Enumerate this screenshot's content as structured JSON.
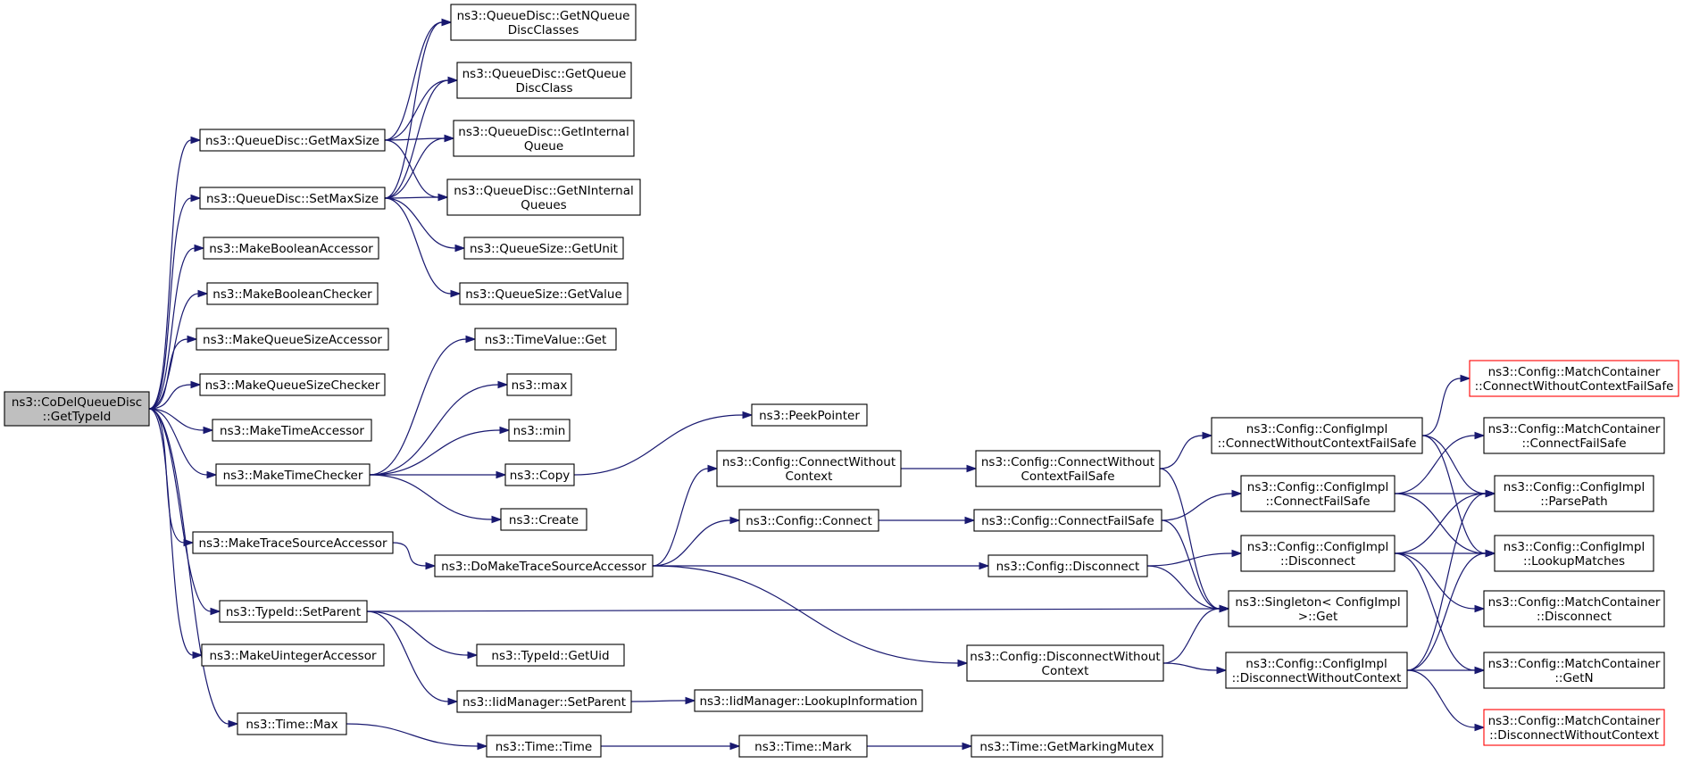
{
  "colors": {
    "edge": "#191970",
    "root_fill": "#bfbfbf",
    "truncated_border": "#ff0000"
  },
  "nodes": [
    {
      "id": "root",
      "lines": [
        "ns3::CoDelQueueDisc",
        "::GetTypeId"
      ],
      "style": "root"
    },
    {
      "id": "getMaxSize",
      "lines": [
        "ns3::QueueDisc::GetMaxSize"
      ]
    },
    {
      "id": "setMaxSize",
      "lines": [
        "ns3::QueueDisc::SetMaxSize"
      ]
    },
    {
      "id": "makeBoolAcc",
      "lines": [
        "ns3::MakeBooleanAccessor"
      ]
    },
    {
      "id": "makeBoolChk",
      "lines": [
        "ns3::MakeBooleanChecker"
      ]
    },
    {
      "id": "makeQSAcc",
      "lines": [
        "ns3::MakeQueueSizeAccessor"
      ]
    },
    {
      "id": "makeQSChk",
      "lines": [
        "ns3::MakeQueueSizeChecker"
      ]
    },
    {
      "id": "makeTimeAcc",
      "lines": [
        "ns3::MakeTimeAccessor"
      ]
    },
    {
      "id": "makeTimeChk",
      "lines": [
        "ns3::MakeTimeChecker"
      ]
    },
    {
      "id": "makeTSAcc",
      "lines": [
        "ns3::MakeTraceSourceAccessor"
      ]
    },
    {
      "id": "setParent",
      "lines": [
        "ns3::TypeId::SetParent"
      ]
    },
    {
      "id": "makeUintAcc",
      "lines": [
        "ns3::MakeUintegerAccessor"
      ]
    },
    {
      "id": "timeMax",
      "lines": [
        "ns3::Time::Max"
      ]
    },
    {
      "id": "getNQDC",
      "lines": [
        "ns3::QueueDisc::GetNQueue",
        "DiscClasses"
      ]
    },
    {
      "id": "getQDC",
      "lines": [
        "ns3::QueueDisc::GetQueue",
        "DiscClass"
      ]
    },
    {
      "id": "getIQ",
      "lines": [
        "ns3::QueueDisc::GetInternal",
        "Queue"
      ]
    },
    {
      "id": "getNIQ",
      "lines": [
        "ns3::QueueDisc::GetNInternal",
        "Queues"
      ]
    },
    {
      "id": "qsGetUnit",
      "lines": [
        "ns3::QueueSize::GetUnit"
      ]
    },
    {
      "id": "qsGetValue",
      "lines": [
        "ns3::QueueSize::GetValue"
      ]
    },
    {
      "id": "timeValueGet",
      "lines": [
        "ns3::TimeValue::Get"
      ]
    },
    {
      "id": "max",
      "lines": [
        "ns3::max"
      ]
    },
    {
      "id": "min",
      "lines": [
        "ns3::min"
      ]
    },
    {
      "id": "copy",
      "lines": [
        "ns3::Copy"
      ]
    },
    {
      "id": "create",
      "lines": [
        "ns3::Create"
      ]
    },
    {
      "id": "doMakeTSAcc",
      "lines": [
        "ns3::DoMakeTraceSourceAccessor"
      ]
    },
    {
      "id": "getUid",
      "lines": [
        "ns3::TypeId::GetUid"
      ]
    },
    {
      "id": "iidSetParent",
      "lines": [
        "ns3::IidManager::SetParent"
      ]
    },
    {
      "id": "timeTime",
      "lines": [
        "ns3::Time::Time"
      ]
    },
    {
      "id": "peekPointer",
      "lines": [
        "ns3::PeekPointer"
      ]
    },
    {
      "id": "cfgConnWoCtx",
      "lines": [
        "ns3::Config::ConnectWithout",
        "Context"
      ]
    },
    {
      "id": "cfgConnect",
      "lines": [
        "ns3::Config::Connect"
      ]
    },
    {
      "id": "cfgDisconnWoCtx",
      "lines": [
        "ns3::Config::DisconnectWithout",
        "Context"
      ]
    },
    {
      "id": "iidLookupInfo",
      "lines": [
        "ns3::IidManager::LookupInformation"
      ]
    },
    {
      "id": "timeMark",
      "lines": [
        "ns3::Time::Mark"
      ]
    },
    {
      "id": "cfgConnWoCtxFS",
      "lines": [
        "ns3::Config::ConnectWithout",
        "ContextFailSafe"
      ]
    },
    {
      "id": "cfgConnFS",
      "lines": [
        "ns3::Config::ConnectFailSafe"
      ]
    },
    {
      "id": "cfgDisconnect",
      "lines": [
        "ns3::Config::Disconnect"
      ]
    },
    {
      "id": "timeGetMarkMutex",
      "lines": [
        "ns3::Time::GetMarkingMutex"
      ]
    },
    {
      "id": "implConnWoCtxFS",
      "lines": [
        "ns3::Config::ConfigImpl",
        "::ConnectWithoutContextFailSafe"
      ]
    },
    {
      "id": "implConnFS",
      "lines": [
        "ns3::Config::ConfigImpl",
        "::ConnectFailSafe"
      ]
    },
    {
      "id": "implDisconn",
      "lines": [
        "ns3::Config::ConfigImpl",
        "::Disconnect"
      ]
    },
    {
      "id": "singletonGet",
      "lines": [
        "ns3::Singleton< ConfigImpl",
        " >::Get"
      ]
    },
    {
      "id": "implDisconnWoCtx",
      "lines": [
        "ns3::Config::ConfigImpl",
        "::DisconnectWithoutContext"
      ]
    },
    {
      "id": "mcConnWoCtxFS",
      "lines": [
        "ns3::Config::MatchContainer",
        "::ConnectWithoutContextFailSafe"
      ],
      "style": "red"
    },
    {
      "id": "mcConnFS",
      "lines": [
        "ns3::Config::MatchContainer",
        "::ConnectFailSafe"
      ]
    },
    {
      "id": "implParsePath",
      "lines": [
        "ns3::Config::ConfigImpl",
        "::ParsePath"
      ]
    },
    {
      "id": "implLookupMatches",
      "lines": [
        "ns3::Config::ConfigImpl",
        "::LookupMatches"
      ]
    },
    {
      "id": "mcDisconnect",
      "lines": [
        "ns3::Config::MatchContainer",
        "::Disconnect"
      ]
    },
    {
      "id": "mcGetN",
      "lines": [
        "ns3::Config::MatchContainer",
        "::GetN"
      ]
    },
    {
      "id": "mcDisconnWoCtx",
      "lines": [
        "ns3::Config::MatchContainer",
        "::DisconnectWithoutContext"
      ],
      "style": "red"
    }
  ],
  "edges": [
    [
      "root",
      "getMaxSize"
    ],
    [
      "root",
      "setMaxSize"
    ],
    [
      "root",
      "makeBoolAcc"
    ],
    [
      "root",
      "makeBoolChk"
    ],
    [
      "root",
      "makeQSAcc"
    ],
    [
      "root",
      "makeQSChk"
    ],
    [
      "root",
      "makeTimeAcc"
    ],
    [
      "root",
      "makeTimeChk"
    ],
    [
      "root",
      "makeTSAcc"
    ],
    [
      "root",
      "setParent"
    ],
    [
      "root",
      "makeUintAcc"
    ],
    [
      "root",
      "timeMax"
    ],
    [
      "getMaxSize",
      "getNQDC"
    ],
    [
      "getMaxSize",
      "getQDC"
    ],
    [
      "getMaxSize",
      "getIQ"
    ],
    [
      "getMaxSize",
      "getNIQ"
    ],
    [
      "setMaxSize",
      "getNQDC"
    ],
    [
      "setMaxSize",
      "getQDC"
    ],
    [
      "setMaxSize",
      "getIQ"
    ],
    [
      "setMaxSize",
      "getNIQ"
    ],
    [
      "setMaxSize",
      "qsGetUnit"
    ],
    [
      "setMaxSize",
      "qsGetValue"
    ],
    [
      "makeTimeChk",
      "timeValueGet"
    ],
    [
      "makeTimeChk",
      "max"
    ],
    [
      "makeTimeChk",
      "min"
    ],
    [
      "makeTimeChk",
      "copy"
    ],
    [
      "makeTimeChk",
      "create"
    ],
    [
      "makeTSAcc",
      "doMakeTSAcc"
    ],
    [
      "setParent",
      "singletonGet"
    ],
    [
      "setParent",
      "getUid"
    ],
    [
      "setParent",
      "iidSetParent"
    ],
    [
      "timeMax",
      "timeTime"
    ],
    [
      "copy",
      "peekPointer"
    ],
    [
      "doMakeTSAcc",
      "cfgConnWoCtx"
    ],
    [
      "doMakeTSAcc",
      "cfgConnect"
    ],
    [
      "doMakeTSAcc",
      "cfgDisconnect"
    ],
    [
      "doMakeTSAcc",
      "cfgDisconnWoCtx"
    ],
    [
      "iidSetParent",
      "iidLookupInfo"
    ],
    [
      "timeTime",
      "timeMark"
    ],
    [
      "timeMark",
      "timeGetMarkMutex"
    ],
    [
      "cfgConnWoCtx",
      "cfgConnWoCtxFS"
    ],
    [
      "cfgConnect",
      "cfgConnFS"
    ],
    [
      "cfgConnWoCtxFS",
      "implConnWoCtxFS"
    ],
    [
      "cfgConnWoCtxFS",
      "singletonGet"
    ],
    [
      "cfgConnFS",
      "implConnFS"
    ],
    [
      "cfgConnFS",
      "singletonGet"
    ],
    [
      "cfgDisconnect",
      "implDisconn"
    ],
    [
      "cfgDisconnect",
      "singletonGet"
    ],
    [
      "cfgDisconnWoCtx",
      "singletonGet"
    ],
    [
      "cfgDisconnWoCtx",
      "implDisconnWoCtx"
    ],
    [
      "implConnWoCtxFS",
      "mcConnWoCtxFS"
    ],
    [
      "implConnWoCtxFS",
      "implParsePath"
    ],
    [
      "implConnWoCtxFS",
      "implLookupMatches"
    ],
    [
      "implConnFS",
      "mcConnFS"
    ],
    [
      "implConnFS",
      "implParsePath"
    ],
    [
      "implConnFS",
      "implLookupMatches"
    ],
    [
      "implDisconn",
      "implParsePath"
    ],
    [
      "implDisconn",
      "implLookupMatches"
    ],
    [
      "implDisconn",
      "mcDisconnect"
    ],
    [
      "implDisconn",
      "mcGetN"
    ],
    [
      "implDisconnWoCtx",
      "implParsePath"
    ],
    [
      "implDisconnWoCtx",
      "implLookupMatches"
    ],
    [
      "implDisconnWoCtx",
      "mcGetN"
    ],
    [
      "implDisconnWoCtx",
      "mcDisconnWoCtx"
    ]
  ]
}
